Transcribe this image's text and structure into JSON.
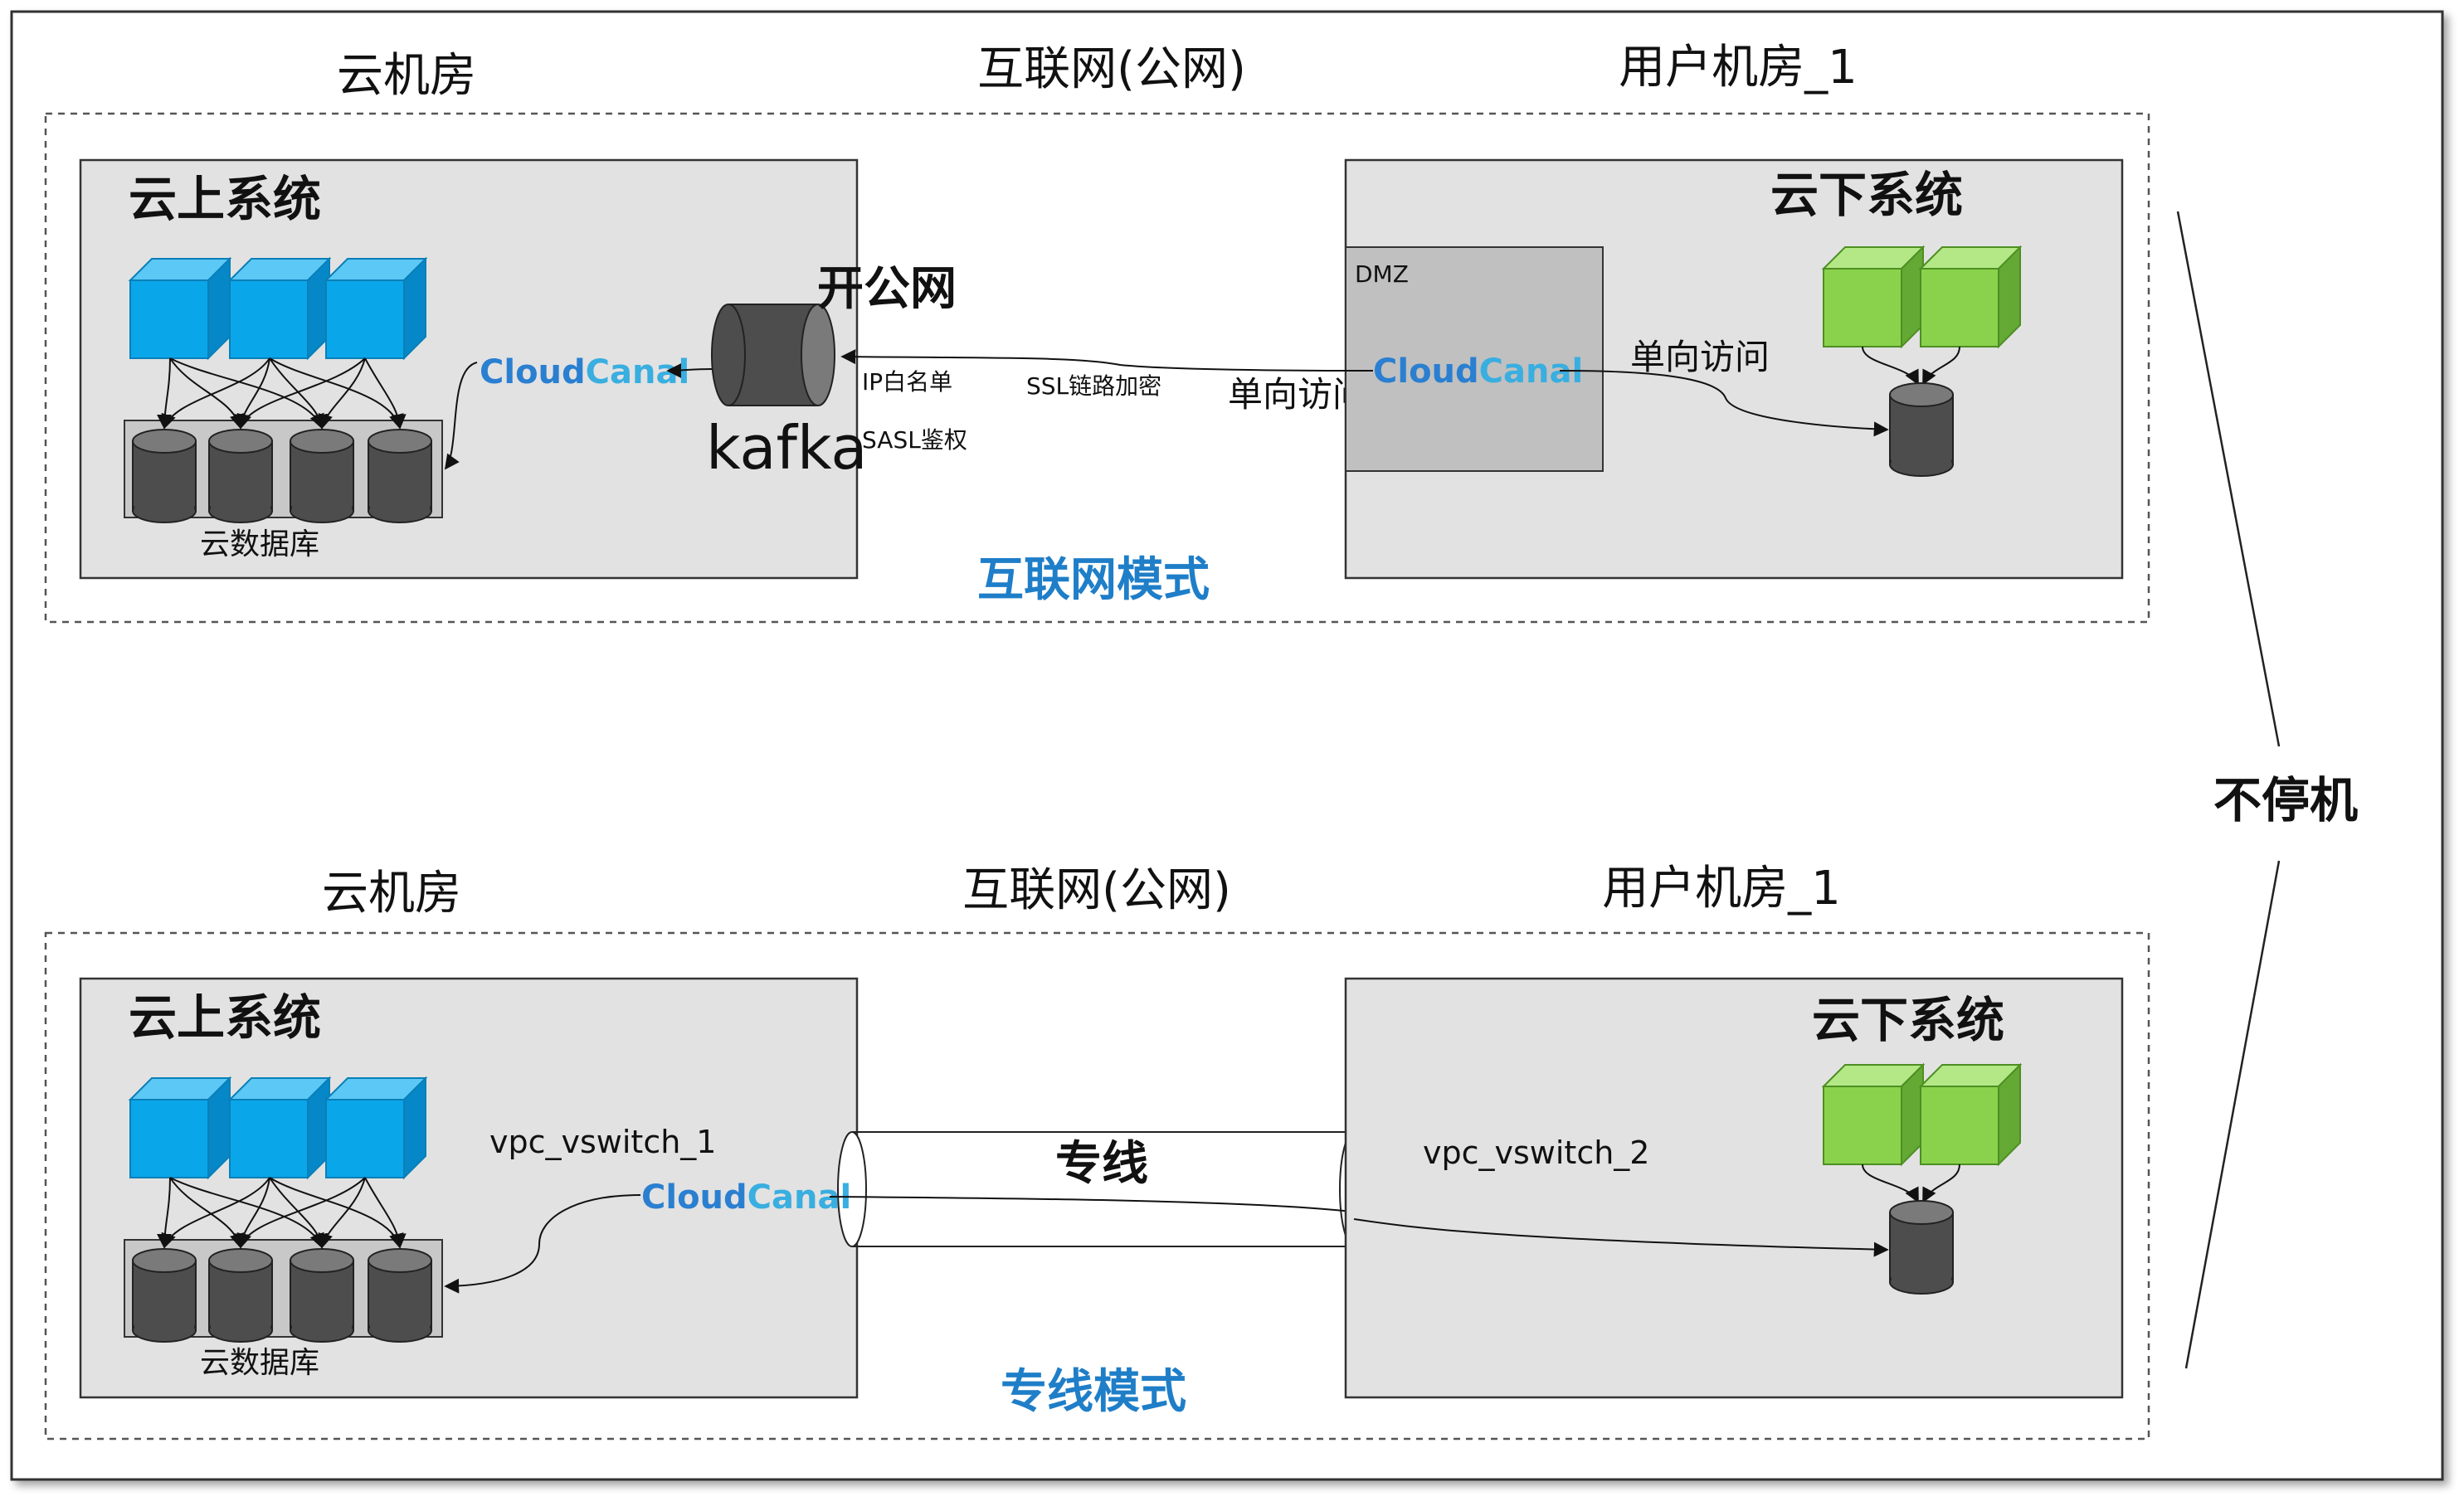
{
  "colors": {
    "panel": "#e2e2e2",
    "dmz": "#c0c0c0",
    "cube_blue": "#0aa6ea",
    "cube_green": "#8ad24c",
    "cylinder": "#4d4d4d",
    "cloudcanal_cloud": "#2a7fd0",
    "cloudcanal_canal": "#39aee0",
    "mode_title": "#1f7ec8"
  },
  "icons": [
    "cube-icon",
    "database-cylinder-icon",
    "kafka-cylinder-icon",
    "cloudcanal-logo"
  ],
  "top": {
    "left_region": "云机房",
    "middle_region": "互联网(公网)",
    "right_region": "用户机房_1",
    "cloud_system": "云上系统",
    "cloud_db": "云数据库",
    "local_system": "云下系统",
    "dmz": "DMZ",
    "open_public": "开公网",
    "kafka": "kafka",
    "ip_whitelist": "IP白名单",
    "sasl": "SASL鉴权",
    "ssl": "SSL链路加密",
    "one_way_1": "单向访问",
    "one_way_2": "单向访问",
    "mode_title": "互联网模式",
    "cloudcanal_left": {
      "part1": "Cloud",
      "part2": "Canal"
    },
    "cloudcanal_right": {
      "part1": "Cloud",
      "part2": "Canal"
    }
  },
  "bottom": {
    "left_region": "云机房",
    "middle_region": "互联网(公网)",
    "right_region": "用户机房_1",
    "cloud_system": "云上系统",
    "cloud_db": "云数据库",
    "local_system": "云下系统",
    "vpc_left": "vpc_vswitch_1",
    "vpc_right": "vpc_vswitch_2",
    "dedicated_line": "专线",
    "mode_title": "专线模式",
    "cloudcanal": {
      "part1": "Cloud",
      "part2": "Canal"
    }
  },
  "side_label": "不停机"
}
